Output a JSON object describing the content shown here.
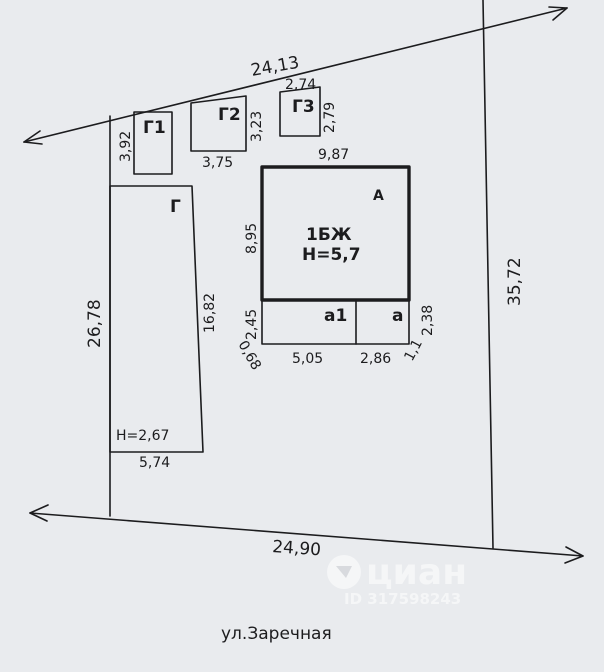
{
  "plan": {
    "street": "ул.Заречная",
    "dims": {
      "top_boundary": "24,13",
      "bottom_boundary": "24,90",
      "right_boundary": "35,72",
      "left_boundary": "26,78",
      "g1_height": "3,92",
      "g2_width": "3,75",
      "g2_height": "3,23",
      "g3_width": "2,74",
      "g3_height": "2,79",
      "house_width": "9,87",
      "house_height": "8,95",
      "g_height": "16,82",
      "g_width": "5,74",
      "a1_width": "5,05",
      "a_width": "2,86",
      "a1_height": "2,45",
      "a1_corner": "0,68",
      "a_height": "2,38",
      "a_corner": "1,1"
    },
    "labels": {
      "g1": "Г1",
      "g2": "Г2",
      "g3": "Г3",
      "g": "Г",
      "house": "А",
      "a1": "а1",
      "a": "а",
      "house_type": "1БЖ",
      "house_h": "Н=5,7",
      "g_h": "Н=2,67"
    },
    "watermark": {
      "brand": "циан",
      "id": "ID 317598243"
    }
  }
}
